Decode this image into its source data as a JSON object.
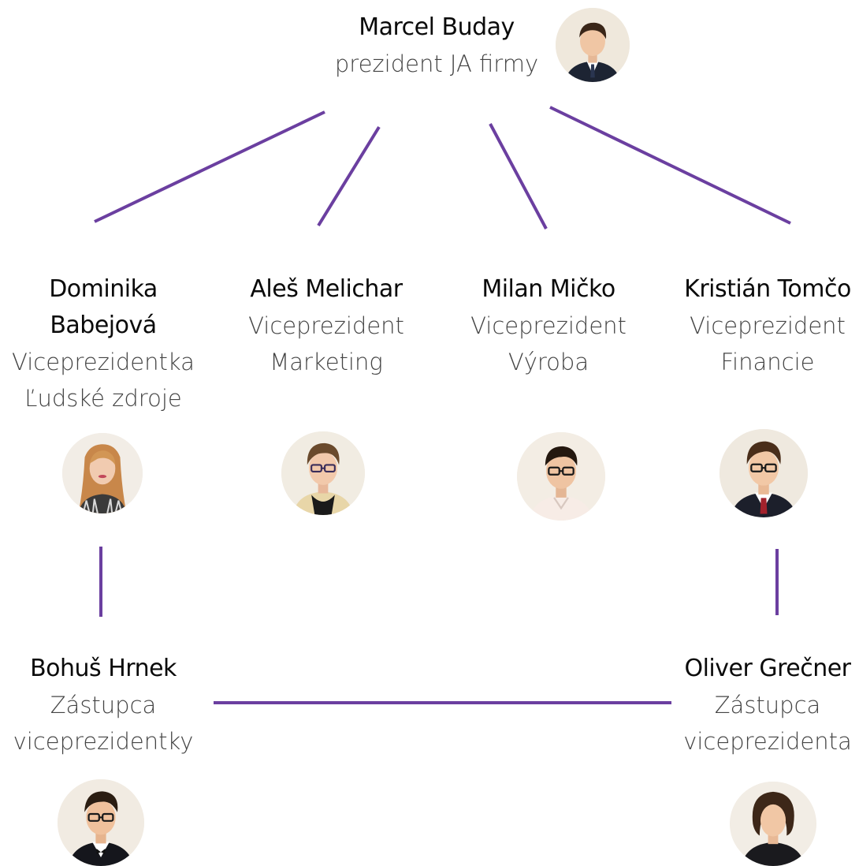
{
  "colors": {
    "connector": "#6b3fa0",
    "background": "#ffffff"
  },
  "president": {
    "name": "Marcel Buday",
    "role": "prezident JA firmy"
  },
  "vice_presidents": [
    {
      "id": "hr",
      "name_lines": [
        "Dominika",
        "Babejová"
      ],
      "role_lines": [
        "Viceprezidentka",
        "Ľudské zdroje"
      ]
    },
    {
      "id": "marketing",
      "name_lines": [
        "Aleš Melichar"
      ],
      "role_lines": [
        "Viceprezident",
        "Marketing"
      ]
    },
    {
      "id": "production",
      "name_lines": [
        "Milan Mičko"
      ],
      "role_lines": [
        "Viceprezident",
        "Výroba"
      ]
    },
    {
      "id": "finance",
      "name_lines": [
        "Kristián Tomčo"
      ],
      "role_lines": [
        "Viceprezident",
        "Financie"
      ]
    }
  ],
  "deputies": [
    {
      "id": "deputy-hr",
      "name": "Bohuš Hrnek",
      "role_lines": [
        "Zástupca",
        "viceprezidentky"
      ]
    },
    {
      "id": "deputy-finance",
      "name": "Oliver Grečner",
      "role_lines": [
        "Zástupca",
        "viceprezidenta"
      ]
    }
  ]
}
